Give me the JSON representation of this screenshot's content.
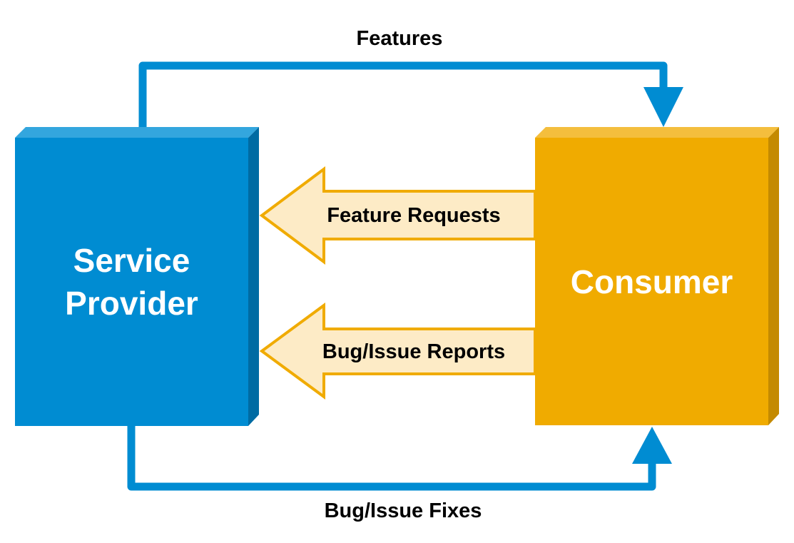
{
  "nodes": {
    "provider": {
      "line1": "Service",
      "line2": "Provider",
      "color": "#008CD2"
    },
    "consumer": {
      "label": "Consumer",
      "color": "#F0AB00"
    }
  },
  "edges": {
    "features": {
      "label": "Features",
      "color": "#008CD2"
    },
    "feature_requests": {
      "label": "Feature Requests",
      "color": "#F0AB00",
      "fill": "#FDEBC6"
    },
    "bug_reports": {
      "label": "Bug/Issue Reports",
      "color": "#F0AB00",
      "fill": "#FDEBC6"
    },
    "bug_fixes": {
      "label": "Bug/Issue Fixes",
      "color": "#008CD2"
    }
  }
}
